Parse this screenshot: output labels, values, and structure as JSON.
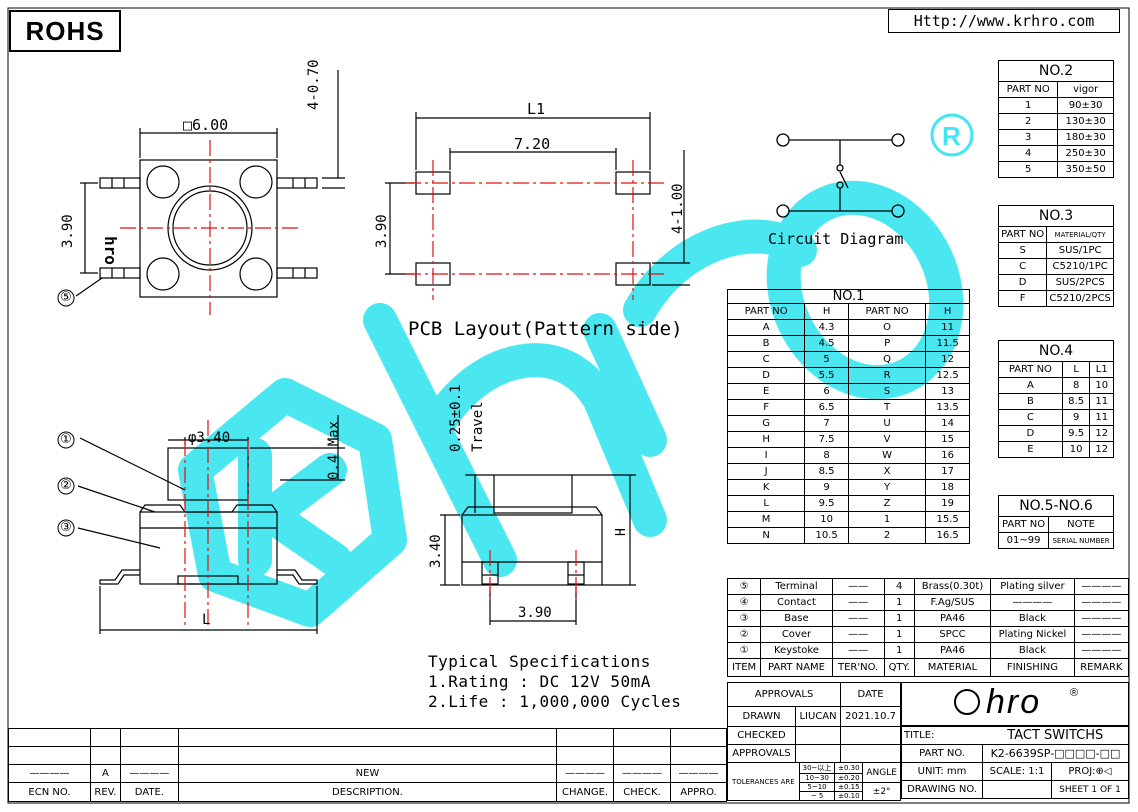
{
  "header": {
    "rohs": "ROHS",
    "url": "Http://www.krhro.com"
  },
  "dims": {
    "sq": "□6.00",
    "h070": "4-0.70",
    "w390": "3.90",
    "l1": "L1",
    "w720": "7.20",
    "h390b": "3.90",
    "h100": "4-1.00",
    "d340": "φ3.40",
    "max04": "0.4 Max",
    "travel": "0.25±0.1",
    "travel_label": "Travel",
    "L": "L",
    "H": "H",
    "h340": "3.40",
    "w390c": "3.90",
    "balloon1": "①",
    "balloon2": "②",
    "balloon3": "③",
    "balloon5": "⑤",
    "logo_mark": "hro"
  },
  "labels": {
    "pcb": "PCB Layout(Pattern side)",
    "circuit": "Circuit Diagram",
    "spec_title": "Typical Specifications",
    "spec1": "1.Rating : DC 12V 50mA",
    "spec2": "2.Life : 1,000,000 Cycles"
  },
  "no2": {
    "title": "NO.2",
    "headers": [
      "PART NO",
      "vigor"
    ],
    "rows": [
      [
        "1",
        "90±30"
      ],
      [
        "2",
        "130±30"
      ],
      [
        "3",
        "180±30"
      ],
      [
        "4",
        "250±30"
      ],
      [
        "5",
        "350±50"
      ]
    ]
  },
  "no3": {
    "title": "NO.3",
    "headers": [
      "PART NO",
      "MATERIAL/QTY"
    ],
    "rows": [
      [
        "S",
        "SUS/1PC"
      ],
      [
        "C",
        "C5210/1PC"
      ],
      [
        "D",
        "SUS/2PCS"
      ],
      [
        "F",
        "C5210/2PCS"
      ]
    ]
  },
  "no4": {
    "title": "NO.4",
    "headers": [
      "PART NO",
      "L",
      "L1"
    ],
    "rows": [
      [
        "A",
        "8",
        "10"
      ],
      [
        "B",
        "8.5",
        "11"
      ],
      [
        "C",
        "9",
        "11"
      ],
      [
        "D",
        "9.5",
        "12"
      ],
      [
        "E",
        "10",
        "12"
      ]
    ]
  },
  "no56": {
    "title": "NO.5-NO.6",
    "headers": [
      "PART NO",
      "NOTE"
    ],
    "rows": [
      [
        "01~99",
        "SERIAL NUMBER"
      ]
    ]
  },
  "no1": {
    "title": "NO.1",
    "headers": [
      "PART NO",
      "H",
      "PART NO",
      "H"
    ],
    "rows": [
      [
        "A",
        "4.3",
        "O",
        "11"
      ],
      [
        "B",
        "4.5",
        "P",
        "11.5"
      ],
      [
        "C",
        "5",
        "Q",
        "12"
      ],
      [
        "D",
        "5.5",
        "R",
        "12.5"
      ],
      [
        "E",
        "6",
        "S",
        "13"
      ],
      [
        "F",
        "6.5",
        "T",
        "13.5"
      ],
      [
        "G",
        "7",
        "U",
        "14"
      ],
      [
        "H",
        "7.5",
        "V",
        "15"
      ],
      [
        "I",
        "8",
        "W",
        "16"
      ],
      [
        "J",
        "8.5",
        "X",
        "17"
      ],
      [
        "K",
        "9",
        "Y",
        "18"
      ],
      [
        "L",
        "9.5",
        "Z",
        "19"
      ],
      [
        "M",
        "10",
        "1",
        "15.5"
      ],
      [
        "N",
        "10.5",
        "2",
        "16.5"
      ]
    ]
  },
  "bom": {
    "rows": [
      [
        "⑤",
        "Terminal",
        "——",
        "4",
        "Brass(0.30t)",
        "Plating silver",
        "————"
      ],
      [
        "④",
        "Contact",
        "——",
        "1",
        "F.Ag/SUS",
        "————",
        "————"
      ],
      [
        "③",
        "Base",
        "——",
        "1",
        "PA46",
        "Black",
        "————"
      ],
      [
        "②",
        "Cover",
        "——",
        "1",
        "SPCC",
        "Plating Nickel",
        "————"
      ],
      [
        "①",
        "Keystoke",
        "——",
        "1",
        "PA46",
        "Black",
        "————"
      ]
    ],
    "headers": [
      "ITEM",
      "PART NAME",
      "TER'NO.",
      "QTY.",
      "MATERIAL",
      "FINISHING",
      "REMARK"
    ]
  },
  "title_block": {
    "approvals": "APPROVALS",
    "date": "DATE",
    "drawn": "DRAWN",
    "drawn_by": "LIUCAN",
    "drawn_date": "2021.10.7",
    "checked": "CHECKED",
    "approvals2": "APPROVALS",
    "tolerances": "TOLERANCES ARE",
    "tol_ranges": [
      "30~以上",
      "10~30",
      "5~10",
      "~ 5"
    ],
    "tol_values": [
      "±0.30",
      "±0.20",
      "±0.15",
      "±0.10"
    ],
    "angle": "ANGLE",
    "angle_val": "±2°",
    "title_label": "TITLE:",
    "title_val": "TACT SWITCHS",
    "partno_label": "PART NO.",
    "partno_val": "K2-6639SP-□□□□-□□",
    "unit": "UNIT: mm",
    "scale": "SCALE:  1:1",
    "proj": "PROJ:",
    "drawing_no": "DRAWING NO.",
    "sheet": "SHEET  1 OF 1",
    "brand": "hro",
    "reg": "®"
  },
  "rev": {
    "row_a": [
      "————",
      "A",
      "————",
      "NEW",
      "————",
      "————",
      "————"
    ],
    "headers": [
      "ECN NO.",
      "REV.",
      "DATE.",
      "DESCRIPTION.",
      "CHANGE.",
      "CHECK.",
      "APPRO."
    ]
  },
  "colors": {
    "watermark": "#41e6f0",
    "red": "#e01010",
    "line": "#000000"
  }
}
